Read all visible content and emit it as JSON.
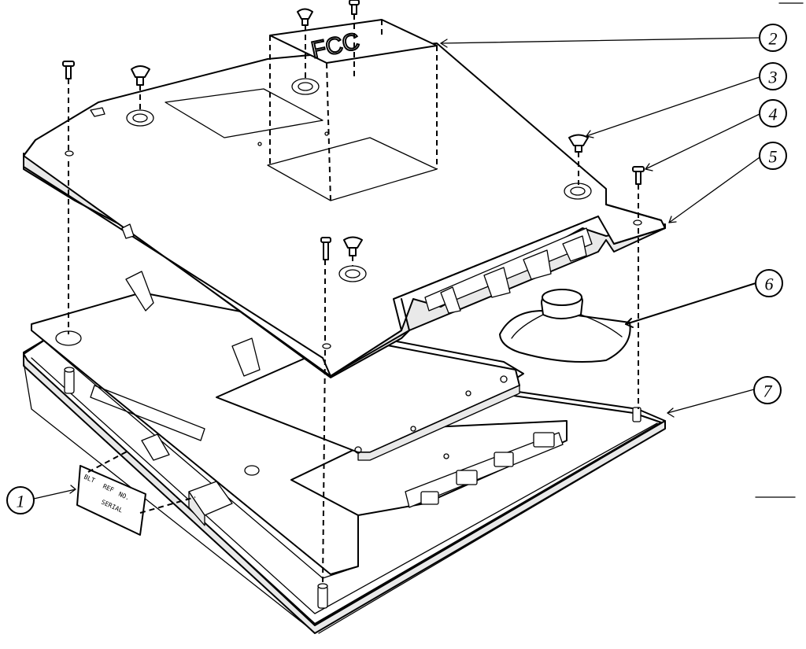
{
  "diagram": {
    "label_fcc": "FCC",
    "label_plate": [
      "BLT",
      "REF",
      "NO.",
      "SERIAL"
    ],
    "callouts": [
      {
        "id": "c1",
        "num": "1"
      },
      {
        "id": "c2",
        "num": "2"
      },
      {
        "id": "c3",
        "num": "3"
      },
      {
        "id": "c4",
        "num": "4"
      },
      {
        "id": "c5",
        "num": "5"
      },
      {
        "id": "c6",
        "num": "6"
      },
      {
        "id": "c7",
        "num": "7"
      }
    ]
  }
}
